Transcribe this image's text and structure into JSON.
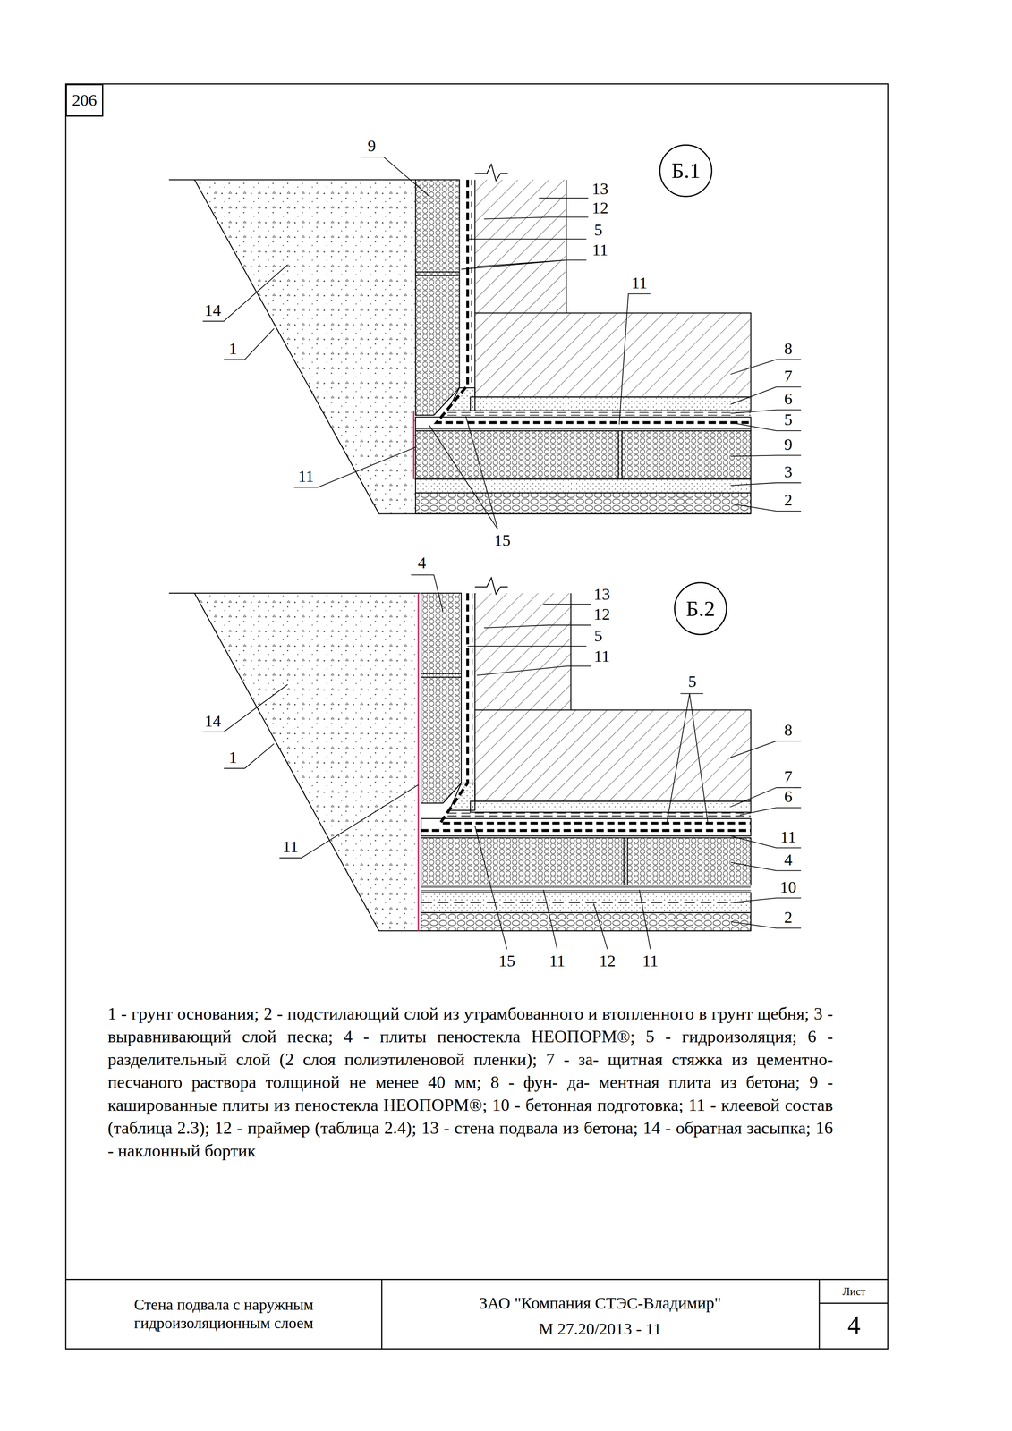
{
  "diagram": {
    "nodes": [
      {
        "text": [
          "206"
        ]
      },
      {
        "text": [
          "Б.1"
        ]
      },
      {
        "text": [
          "Б.2"
        ]
      }
    ],
    "labels": [
      "9",
      "13",
      "12",
      "5",
      "11",
      "11",
      "14",
      "1",
      "8",
      "7",
      "6",
      "5",
      "9",
      "3",
      "2",
      "11",
      "15",
      "4",
      "13",
      "12",
      "5",
      "11",
      "5",
      "14",
      "1",
      "8",
      "7",
      "6",
      "11",
      "4",
      "10",
      "2",
      "11",
      "15",
      "11",
      "12",
      "11",
      "1 - грунт основания; 2 - подстилающий слой из утрамбованного и втопленного в грунт щебня; 3 - выравнивающий слой песка; 4 - плиты пеностекла НЕОПОРМ®; 5 - гидроизоляция; 6 - разделительный слой (2 слоя полиэтиленовой пленки); 7 - за- щитная стяжка из цементно-песчаного раствора толщиной не менее 40 мм; 8 - фун- да- ментная плита из бетона; 9 - кашированные плиты из пеностекла НЕОПОРМ®; 10 - бетонная подготовка; 11 - клеевой состав (таблица 2.3); 12 - праймер (таблица 2.4); 13 - стена подвала из бетона; 14 - обратная засыпка; 16 - наклонный бортик",
      "Стена подвала с наружным гидроизоляционным слоем",
      "ЗАО \"Компания СТЭС-Владимир\"",
      "М 27.20/2013 - 11",
      "Лист",
      "4"
    ]
  }
}
